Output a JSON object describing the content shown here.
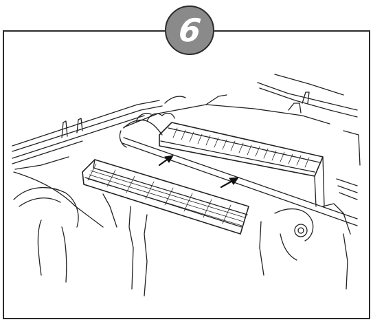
{
  "step": {
    "number": "6",
    "badge_color": "#8a8a8a",
    "border_color": "#2b2b2b"
  },
  "illustration": {
    "subject": "cabin-air-filter-replacement",
    "arrow_count": 2
  }
}
